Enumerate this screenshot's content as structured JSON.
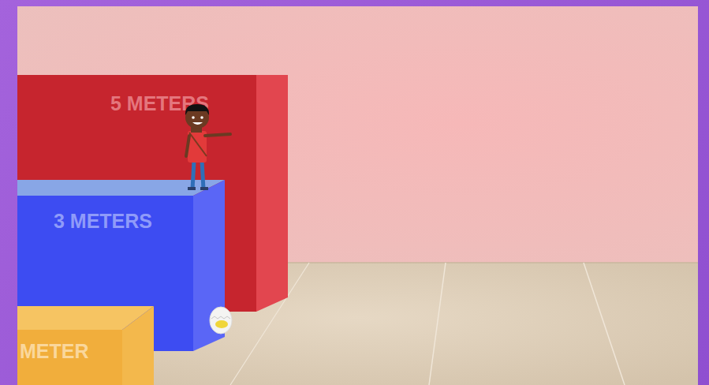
{
  "diagram": {
    "nodes": [
      {
        "text": [
          "5 METERS"
        ]
      },
      {
        "text": [
          "3 METERS"
        ]
      },
      {
        "text": [
          "METER"
        ]
      }
    ]
  }
}
